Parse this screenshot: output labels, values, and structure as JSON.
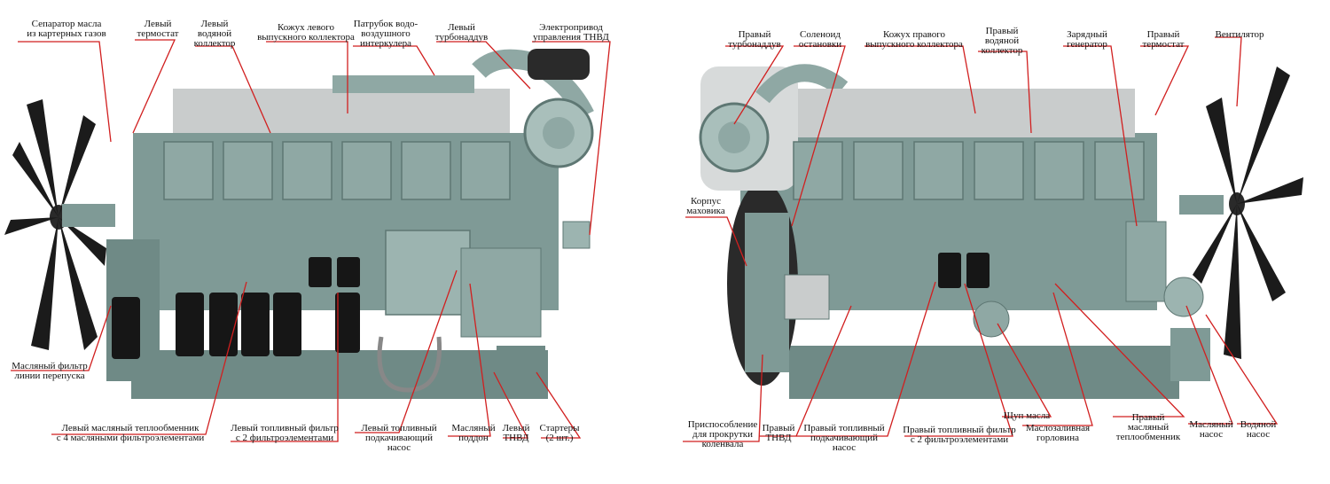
{
  "colors": {
    "engine_body": "#7f9a96",
    "engine_dark": "#5e7773",
    "engine_light": "#a9bfbb",
    "manifold_cover": "#c9cccc",
    "filter_black": "#161616",
    "fan_black": "#1b1b1b",
    "leader_red": "#d11f1f",
    "label_text": "#111111"
  },
  "left_engine": {
    "labels": {
      "separator": "Сепаратор масла\nиз картерных газов",
      "left_thermostat": "Левый\nтермостат",
      "left_water_collector": "Левый\nводяной\nколлектор",
      "left_exhaust_cover": "Кожух левого\nвыпускного коллектора",
      "intercooler_pipe": "Патрубок водо-\nвоздушного\nинтеркулера",
      "left_turbo": "Левый\nтурбонаддув",
      "tnvd_actuator": "Электропривод\nуправления ТНВД",
      "bypass_oil_filter": "Масляный фильтр\nлинии перепуска",
      "left_oil_exchanger": "Левый масляный теплообменник\nс 4 масляными фильтроэлементами",
      "left_fuel_filter": "Левый топливный фильтр\nс 2 фильтроэлементами",
      "left_fuel_pump": "Левый топливный\nподкачивающий насос",
      "oil_pan": "Масляный\nподдон",
      "left_tnvd": "Левый\nТНВД",
      "starters": "Стартеры\n(2 шт.)"
    }
  },
  "right_engine": {
    "labels": {
      "right_turbo": "Правый\nтурбонаддув",
      "stop_solenoid": "Соленоид\nостановки",
      "right_exhaust_cover": "Кожух правого\nвыпускного коллектора",
      "right_water_collector": "Правый\nводяной\nколлектор",
      "charging_generator": "Зарядный\nгенератор",
      "right_thermostat": "Правый\nтермостат",
      "fan": "Вентилятор",
      "flywheel_housing": "Корпус\nмаховика",
      "crank_tool": "Приспособление\nдля прокрутки\nколенвала",
      "right_tnvd": "Правый\nТНВД",
      "right_fuel_pump": "Правый топливный\nподкачивающий\nнасос",
      "right_fuel_filter": "Правый топливный фильтр\nс 2 фильтроэлементами",
      "dipstick": "Щуп масла",
      "oil_filler": "Маслозаливная\nгорловина",
      "right_oil_exchanger": "Правый\nмасляный\nтеплообменник",
      "oil_pump": "Масляный\nнасос",
      "water_pump": "Водяной\nнасос"
    }
  }
}
